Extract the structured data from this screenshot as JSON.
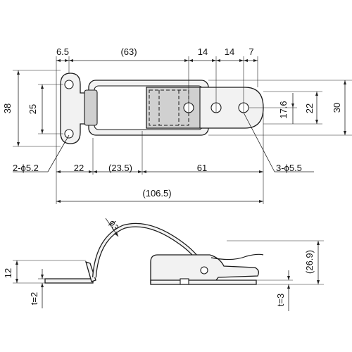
{
  "top_view": {
    "dims": {
      "d_6_5": "6.5",
      "d_63": "(63)",
      "d_14a": "14",
      "d_14b": "14",
      "d_7": "7",
      "d_38": "38",
      "d_25": "25",
      "d_17_6": "17.6",
      "d_22h": "22",
      "d_30": "30",
      "d_22": "22",
      "d_23_5": "(23.5)",
      "d_61": "61",
      "d_106_5": "(106.5)"
    },
    "callouts": {
      "base_holes": "2-ϕ5.2",
      "hasp_holes": "3-ϕ5.5"
    }
  },
  "side_view": {
    "dims": {
      "d_phi3": "ϕ3",
      "d_12": "12",
      "d_26_9": "(26.9)",
      "t2": "t=2",
      "t3": "t=3"
    }
  }
}
